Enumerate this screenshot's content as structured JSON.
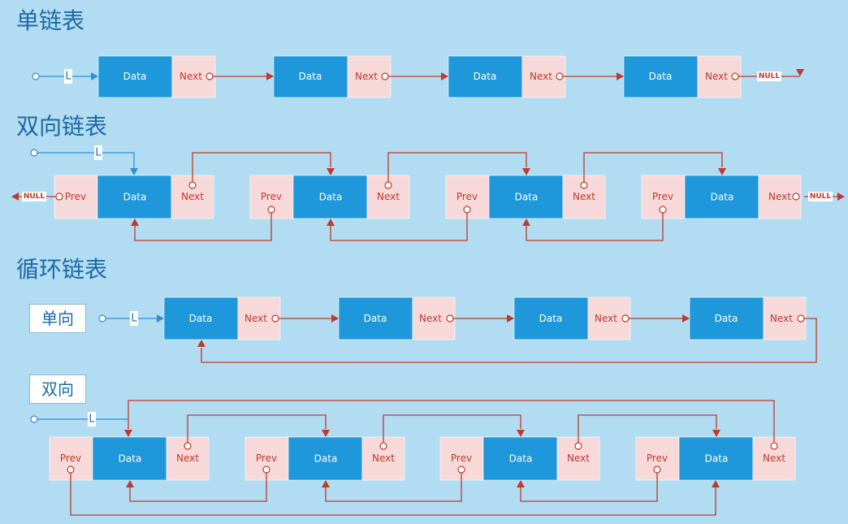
{
  "colors": {
    "background": "#b1dcf2",
    "data_cell": "#1e97db",
    "pointer_cell": "#f8d9d9",
    "arrow": "#c0392b",
    "entry_arrow": "#2f8fd6"
  },
  "sections": {
    "singly": "单链表",
    "doubly": "双向链表",
    "circular": "循环链表",
    "circular_one_way": "单向",
    "circular_two_way": "双向"
  },
  "labels": {
    "data": "Data",
    "next": "Next",
    "prev": "Prev",
    "null": "NULL",
    "head": "L"
  }
}
